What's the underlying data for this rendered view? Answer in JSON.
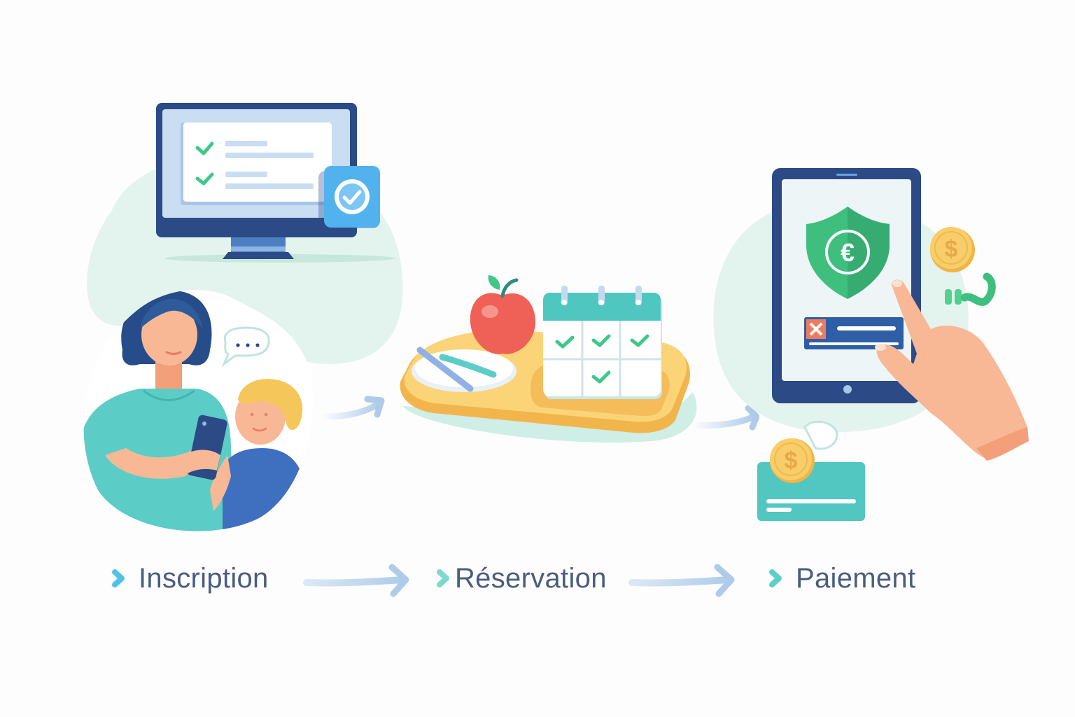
{
  "diagram": {
    "type": "process-flow",
    "steps": [
      {
        "id": "inscription",
        "label": "Inscription",
        "chevron_color": "#4fc3e6",
        "illustration": "parent-and-child-with-phone-and-registration-monitor",
        "icons": [
          "monitor-icon",
          "checklist-icon",
          "check-badge-icon",
          "speech-bubble-icon",
          "smartphone-icon"
        ]
      },
      {
        "id": "reservation",
        "label": "Réservation",
        "chevron_color": "#7fd8cc",
        "illustration": "lunch-tray-with-apple-and-calendar",
        "icons": [
          "tray-icon",
          "apple-icon",
          "plate-icon",
          "calendar-icon",
          "check-icon"
        ]
      },
      {
        "id": "paiement",
        "label": "Paiement",
        "chevron_color": "#5ccfc8",
        "illustration": "tablet-payment-with-euro-shield",
        "icons": [
          "tablet-icon",
          "shield-euro-icon",
          "card-form-icon",
          "hand-pointer-icon",
          "dollar-coin-icon",
          "credit-card-icon"
        ]
      }
    ],
    "connectors": [
      {
        "from": "inscription",
        "to": "reservation",
        "style": "arrow"
      },
      {
        "from": "reservation",
        "to": "paiement",
        "style": "arrow"
      }
    ],
    "colors": {
      "text": "#4a5d7e",
      "navy": "#2b4a86",
      "screen_blue": "#c9ddf3",
      "accent_blue": "#4fb0ec",
      "mint_bg": "#e3f4ef",
      "green_check": "#3ec987",
      "teal": "#52c6c0",
      "tray_yellow": "#f7c75c",
      "apple_red": "#ef6156",
      "skin": "#f8b896",
      "coin_gold": "#f5c257",
      "arrow": "#aecbe9"
    },
    "calendar": {
      "grid": [
        [
          true,
          true,
          true
        ],
        [
          false,
          true,
          false
        ]
      ]
    },
    "currency_symbols": {
      "shield": "€",
      "coin": "$"
    }
  }
}
